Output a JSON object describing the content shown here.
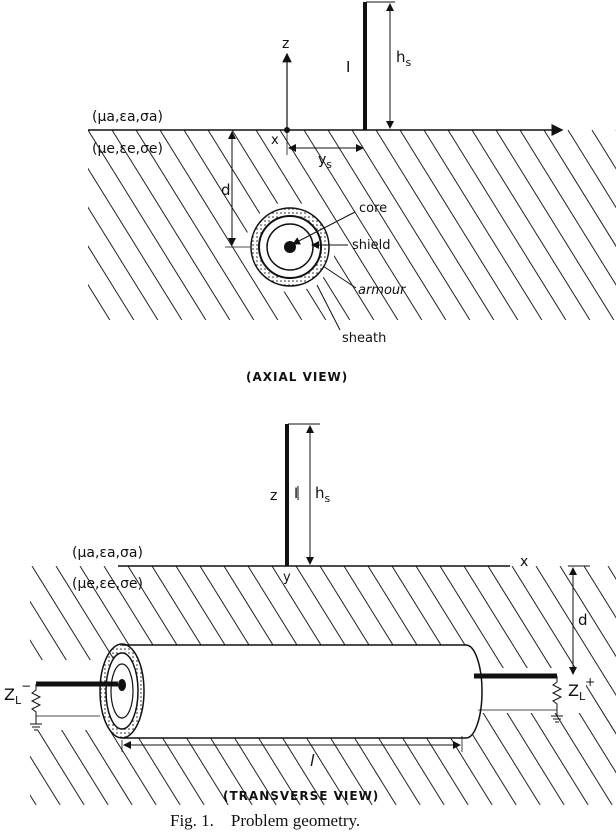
{
  "axial": {
    "air_params": "(μa,εa,σa)",
    "earth_params": "(μe,εe,σe)",
    "z_label": "z",
    "x_label": "x",
    "I_label": "I",
    "hs_label": "hs",
    "ys_label": "ys",
    "d_label": "d",
    "core_label": "core",
    "shield_label": "shield",
    "armour_label": "armour",
    "sheath_label": "sheath",
    "caption": "(AXIAL VIEW)"
  },
  "transverse": {
    "air_params": "(μa,εa,σa)",
    "earth_params": "(μe,εe,σe)",
    "z_label": "z",
    "I_label": "I",
    "hs_label": "hs",
    "y_label": "y",
    "x_label": "x",
    "d_label": "d",
    "l_label": "l",
    "zl_minus": "ZL−",
    "zl_plus": "ZL+",
    "caption": "(TRANSVERSE VIEW)"
  },
  "figure_caption": "Fig. 1.    Problem geometry."
}
